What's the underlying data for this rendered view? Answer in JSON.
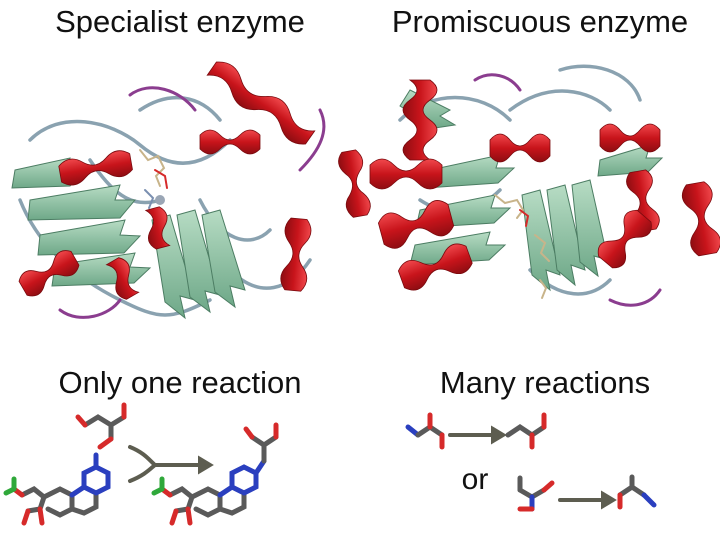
{
  "panels": {
    "left": {
      "title": "Specialist enzyme",
      "subtitle": "Only one reaction"
    },
    "right": {
      "title": "Promiscuous enzyme",
      "subtitle": "Many reactions"
    }
  },
  "or_label": "or",
  "colors": {
    "helix": "#d41f26",
    "sheet": "#8fc4a4",
    "coil": "#8aa2b0",
    "loop": "#8b3d8f",
    "carbon": "#5a5a5a",
    "oxygen": "#d62a2a",
    "nitrogen": "#2a3fbf",
    "chlorine": "#2fa83a",
    "arrow": "#5d5d50"
  },
  "icons": {
    "specialist_structure": "protein-ribbon-icon",
    "promiscuous_structure": "protein-ribbon-icon",
    "molecule": "ball-and-stick-molecule-icon"
  }
}
